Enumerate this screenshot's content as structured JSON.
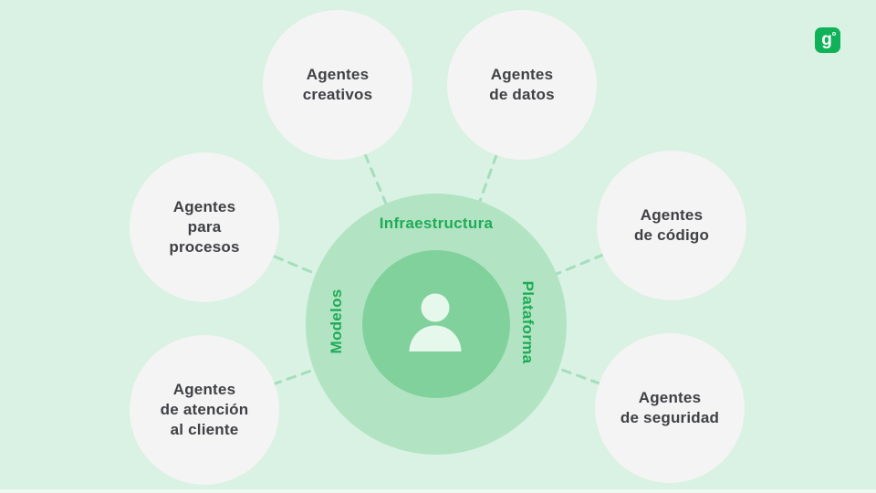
{
  "canvas": {
    "background_color": "#d9f2e3",
    "satellite_circle_color": "#f4f4f4",
    "satellite_text_color": "#404145",
    "connector_color": "#a5debc"
  },
  "logo": {
    "letter": "g",
    "color": "#10b259",
    "icon": "genially-logo"
  },
  "center": {
    "top_label": "Infraestructura",
    "left_label": "Modelos",
    "right_label": "Plataforma",
    "label_color": "#1fab57",
    "outer_circle_color": "#b2e4c3",
    "inner_circle_color": "#80d19b",
    "icon": "person-icon",
    "icon_color": "#e6f8ec"
  },
  "satellites": [
    {
      "label": "Agentes\ncreativos"
    },
    {
      "label": "Agentes\nde datos"
    },
    {
      "label": "Agentes\npara\nprocesos"
    },
    {
      "label": "Agentes\nde código"
    },
    {
      "label": "Agentes\nde atención\nal cliente"
    },
    {
      "label": "Agentes\nde seguridad"
    }
  ]
}
